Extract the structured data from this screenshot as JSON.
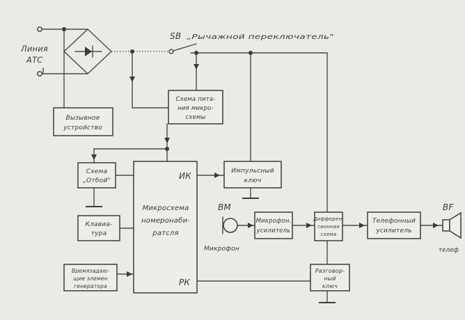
{
  "labels": {
    "line": [
      "Линия",
      "АТС"
    ],
    "sb": "SB",
    "switch_name": "„Рычажной переключатель\"",
    "bm": "BM",
    "mic": "Микрофон",
    "bf": "BF",
    "bf_sub": "телеф"
  },
  "blocks": {
    "pitanie": [
      "Схема пита-",
      "ния микро-",
      "схемы"
    ],
    "vyzov": [
      "Вызывное",
      "устройство"
    ],
    "otboy": [
      "Схема",
      "„Отбой\""
    ],
    "klaviatura": [
      "Клавиа-",
      "тура"
    ],
    "generator": [
      "Времязадаю-",
      "щие элемен",
      "генератора"
    ],
    "chip": [
      "Микросхема",
      "номеронаби-",
      "ратсля"
    ],
    "chip_ik": "ИК",
    "chip_rk": "РК",
    "impulse": [
      "Импульсный",
      "ключ"
    ],
    "mic_amp": [
      "Микрофон.",
      "усилитель"
    ],
    "diff": [
      "Дифферен-",
      "сионная",
      "схема"
    ],
    "tel_amp": [
      "Телефонный",
      "усилитель"
    ],
    "razgovor": [
      "Разговор-",
      "ный",
      "ключ"
    ]
  }
}
